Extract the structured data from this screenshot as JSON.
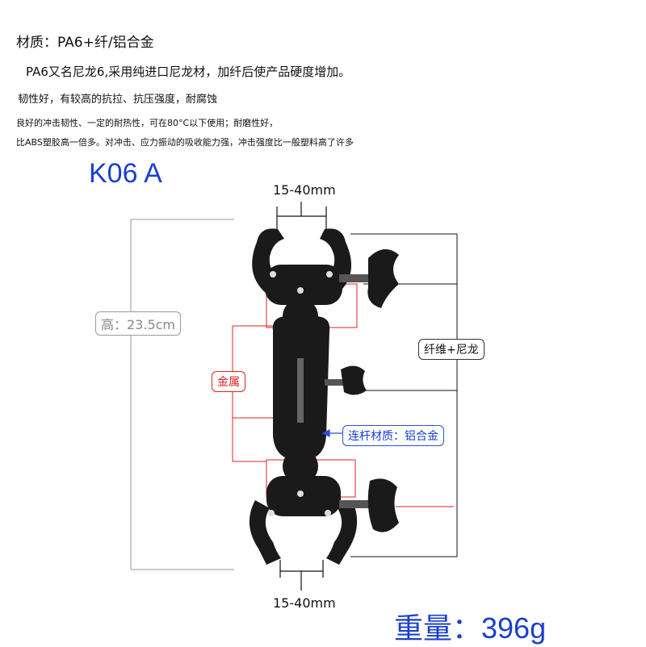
{
  "lines": {
    "material": "材质：PA6+纤/铝合金",
    "pa6": "PA6又名尼龙6,采用纯进口尼龙材，加纤后使产品硬度增加。",
    "toughness": "韧性好，有较高的抗拉、抗压强度，耐腐蚀",
    "impact": "良好的冲击韧性、一定的耐热性，可在80°C以下使用；耐磨性好，",
    "abs": "比ABS塑胶高一倍多。对冲击、应力振动的吸收能力强，冲击强度比一般塑料高了许多"
  },
  "model": "K06 A",
  "labels": {
    "height": "高：23.5cm",
    "metal": "金属",
    "fiber_nylon": "纤维+尼龙",
    "rod_material": "连杆材质：铝合金",
    "jaw_top": "15-40mm",
    "jaw_bottom": "15-40mm"
  },
  "weight": "重量：396g",
  "colors": {
    "accent_blue": "#1a3fd0",
    "marker_red": "#e02020",
    "product_black": "#1a1a1a"
  }
}
